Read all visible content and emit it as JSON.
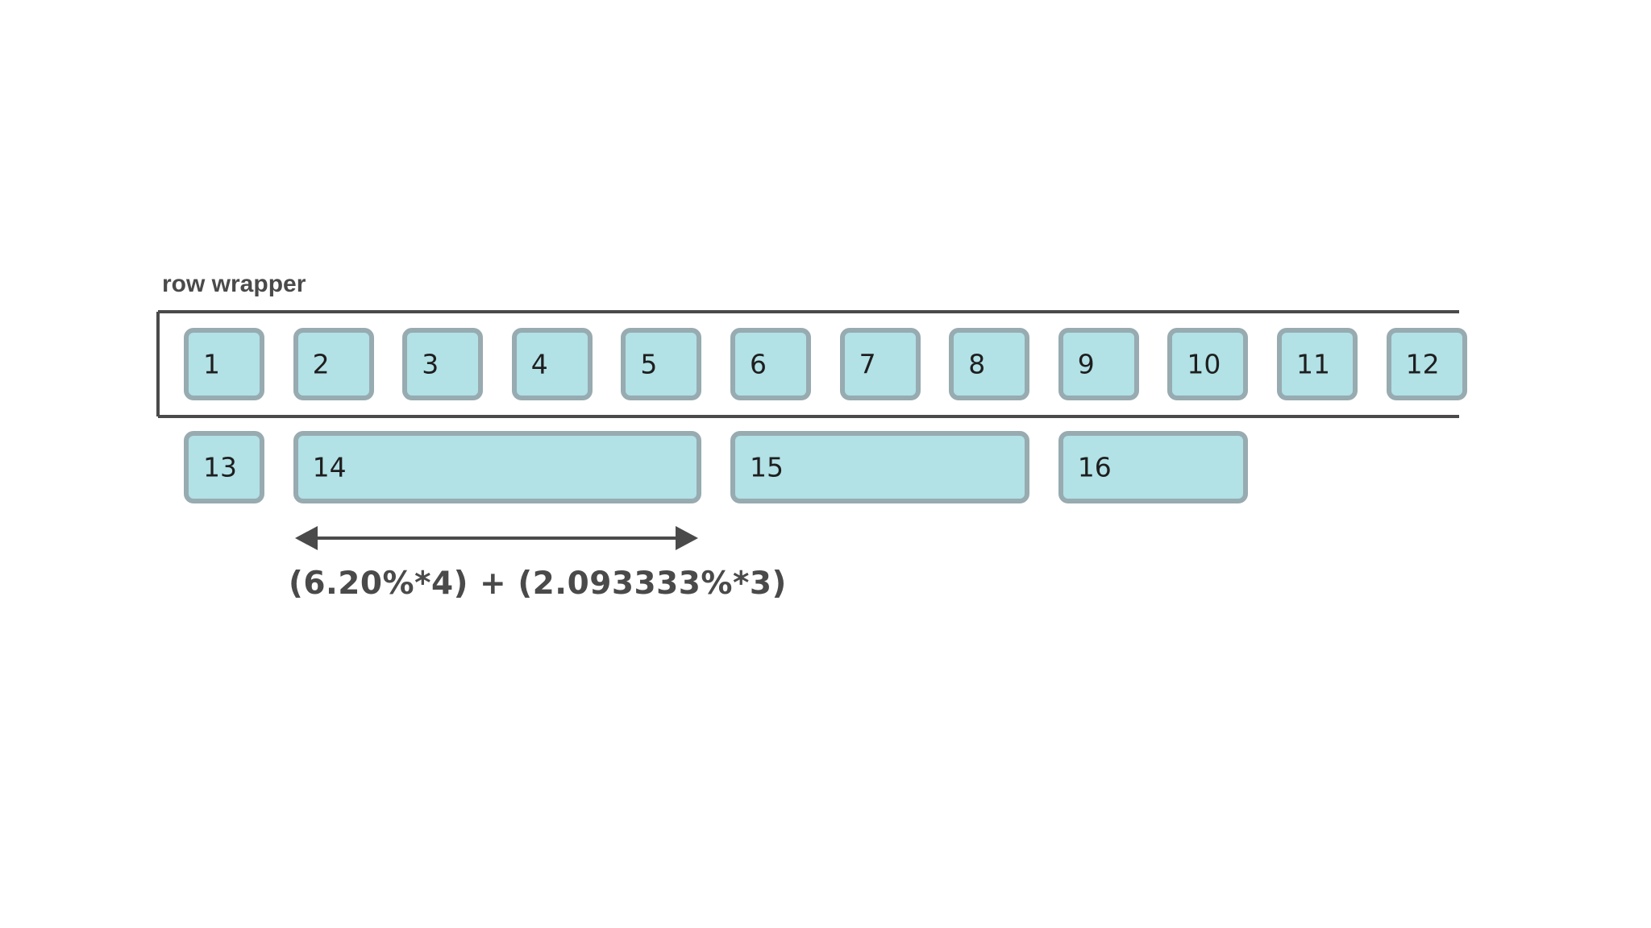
{
  "wrapper_label": "row wrapper",
  "formula": "(6.20%*4) + (2.093333%*3)",
  "colors": {
    "cell_fill": "#b2e1e6",
    "cell_border": "#97abb0",
    "wrapper_stroke": "#4a4a4a",
    "text": "#1e1e1e"
  },
  "rows": [
    {
      "cells": [
        {
          "label": "1",
          "span": 1
        },
        {
          "label": "2",
          "span": 1
        },
        {
          "label": "3",
          "span": 1
        },
        {
          "label": "4",
          "span": 1
        },
        {
          "label": "5",
          "span": 1
        },
        {
          "label": "6",
          "span": 1
        },
        {
          "label": "7",
          "span": 1
        },
        {
          "label": "8",
          "span": 1
        },
        {
          "label": "9",
          "span": 1
        },
        {
          "label": "10",
          "span": 1
        },
        {
          "label": "11",
          "span": 1
        },
        {
          "label": "12",
          "span": 1
        }
      ]
    },
    {
      "cells": [
        {
          "label": "13",
          "span": 1
        },
        {
          "label": "14",
          "span": 4
        },
        {
          "label": "15",
          "span": 3
        },
        {
          "label": "16",
          "span": 2
        }
      ]
    }
  ]
}
